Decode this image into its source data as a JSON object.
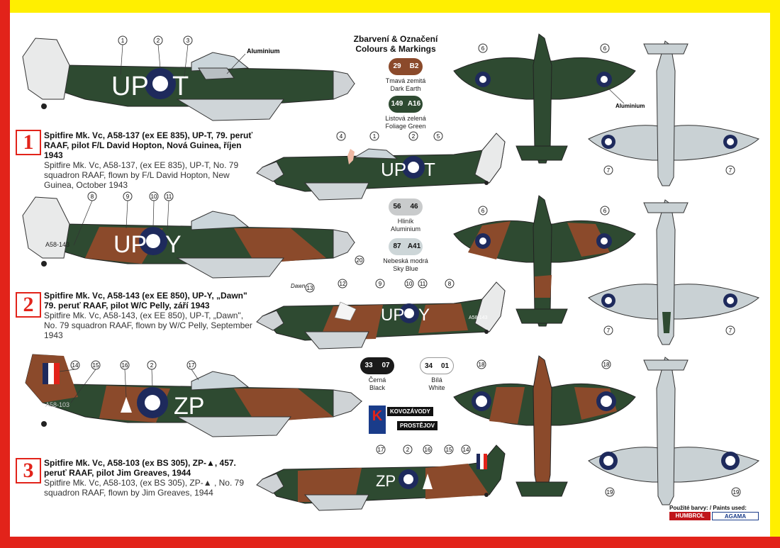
{
  "header": {
    "title_cz": "Zbarvení & Označení",
    "title_en": "Colours & Markings"
  },
  "swatches": [
    {
      "codes": [
        "29",
        "B2"
      ],
      "name_cz": "Tmavá zemitá",
      "name_en": "Dark Earth",
      "color": "#8b4a2b"
    },
    {
      "codes": [
        "149",
        "A16"
      ],
      "name_cz": "Listová zelená",
      "name_en": "Foliage Green",
      "color": "#2e4a31"
    },
    {
      "codes": [
        "56",
        "46"
      ],
      "name_cz": "Hliník",
      "name_en": "Aluminium",
      "color": "#c9cbcc"
    },
    {
      "codes": [
        "87",
        "A41"
      ],
      "name_cz": "Nebeská modrá",
      "name_en": "Sky Blue",
      "color": "#cdd6d8"
    },
    {
      "codes": [
        "33",
        "07"
      ],
      "name_cz": "Černá",
      "name_en": "Black",
      "color": "#1a1a1a"
    },
    {
      "codes": [
        "34",
        "01"
      ],
      "name_cz": "Bílá",
      "name_en": "White",
      "color": "#ffffff"
    }
  ],
  "schemes": [
    {
      "number": "1",
      "title": "Spitfire Mk. Vc, A58-137 (ex EE 835), UP-T, 79. peruť RAAF, pilot F/L David Hopton, Nová Guinea, říjen 1943",
      "english": "Spitfire Mk. Vc, A58-137, (ex EE 835), UP-T, No. 79 squadron RAAF, flown by F/L David Hopton, New Guinea, October 1943",
      "code_left": "UP",
      "code_right": "T",
      "serial": ""
    },
    {
      "number": "2",
      "title": "Spitfire Mk. Vc, A58-143 (ex EE 850), UP-Y, „Dawn\" 79. peruť RAAF, pilot W/C Pelly, září 1943",
      "english": "Spitfire Mk. Vc, A58-143, (ex EE 850), UP-T, „Dawn\", No. 79 squadron RAAF, flown by W/C Pelly, September 1943",
      "code_left": "UP",
      "code_right": "Y",
      "serial": "A58-143"
    },
    {
      "number": "3",
      "title": "Spitfire Mk. Vc, A58-103 (ex BS 305), ZP-▲, 457. peruť RAAF, pilot Jim Greaves, 1944",
      "english": "Spitfire Mk. Vc, A58-103, (ex BS 305), ZP-▲ , No. 79 squadron RAAF, flown by Jim Greaves, 1944",
      "code_left": "",
      "code_right": "ZP",
      "serial": "A58-103"
    }
  ],
  "callouts": {
    "aluminium": "Aluminium",
    "aluminium_wing": "Aluminium",
    "nose_art": "Dawn",
    "ref_20": "20",
    "s1_side": [
      "1",
      "2",
      "3"
    ],
    "s1_side2": [
      "4",
      "1",
      "2",
      "5"
    ],
    "s2_side": [
      "8",
      "9",
      "10",
      "11"
    ],
    "s2_side2": [
      "13",
      "12",
      "9",
      "10",
      "11",
      "8"
    ],
    "s3_side": [
      "14",
      "15",
      "16",
      "2",
      "17"
    ],
    "s3_side2": [
      "17",
      "2",
      "16",
      "15",
      "14"
    ],
    "top_wing": [
      "6",
      "6"
    ],
    "bottom_wing": [
      "7",
      "7"
    ],
    "top_wing_3": [
      "18",
      "18"
    ],
    "bottom_wing_3": [
      "19",
      "19"
    ]
  },
  "branding": {
    "kovo_letter": "K",
    "kovo_top": "KOVOZÁVODY",
    "kovo_bottom": "PROSTĚJOV",
    "paints_label": "Použité barvy: / Paints used:",
    "humbrol": "HUMBROL",
    "agama": "AGAMA"
  },
  "colors": {
    "green": "#2e4a31",
    "earth": "#8b4a2b",
    "under": "#c9d1d4",
    "roundel_blue": "#1e2a5c",
    "accent_red": "#e2231a",
    "frame_yellow": "#ffef00"
  }
}
